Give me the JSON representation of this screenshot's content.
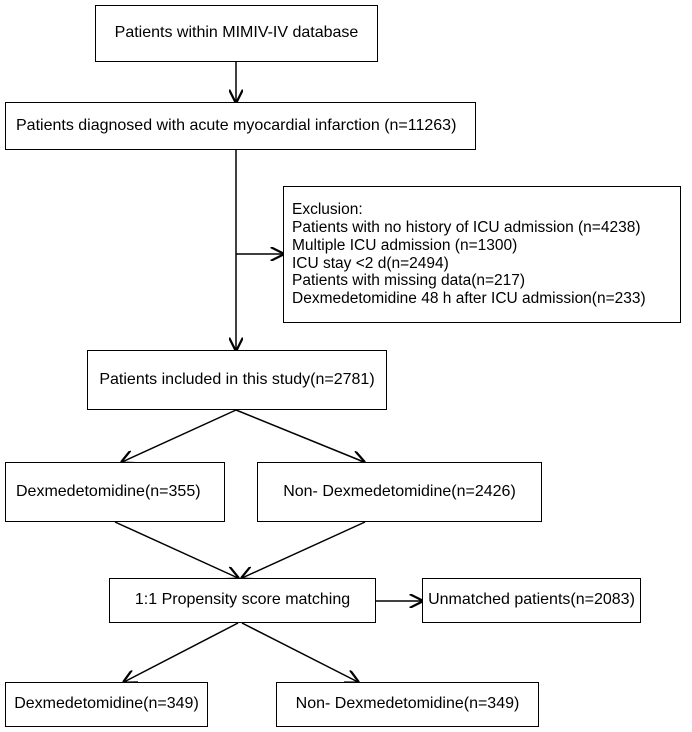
{
  "flowchart": {
    "database_box": "Patients within MIMIV-IV database",
    "ami_box": "Patients diagnosed with acute myocardial infarction (n=11263)",
    "exclusion": {
      "heading": "Exclusion:",
      "items": [
        "Patients with no history of ICU admission (n=4238)",
        "Multiple ICU admission (n=1300)",
        "ICU stay <2 d(n=2494)",
        "Patients with missing data(n=217)",
        "Dexmedetomidine 48 h after ICU admission(n=233)"
      ]
    },
    "included_box": "Patients included in this study(n=2781)",
    "dex_box": "Dexmedetomidine(n=355)",
    "non_dex_box": "Non- Dexmedetomidine(n=2426)",
    "psm_box": "1:1 Propensity score matching",
    "unmatched_box": "Unmatched patients(n=2083)",
    "dex_matched_box": "Dexmedetomidine(n=349)",
    "non_dex_matched_box": "Non- Dexmedetomidine(n=349)"
  },
  "colors": {
    "line": "#000000",
    "box_border": "#000000",
    "background": "#ffffff"
  }
}
